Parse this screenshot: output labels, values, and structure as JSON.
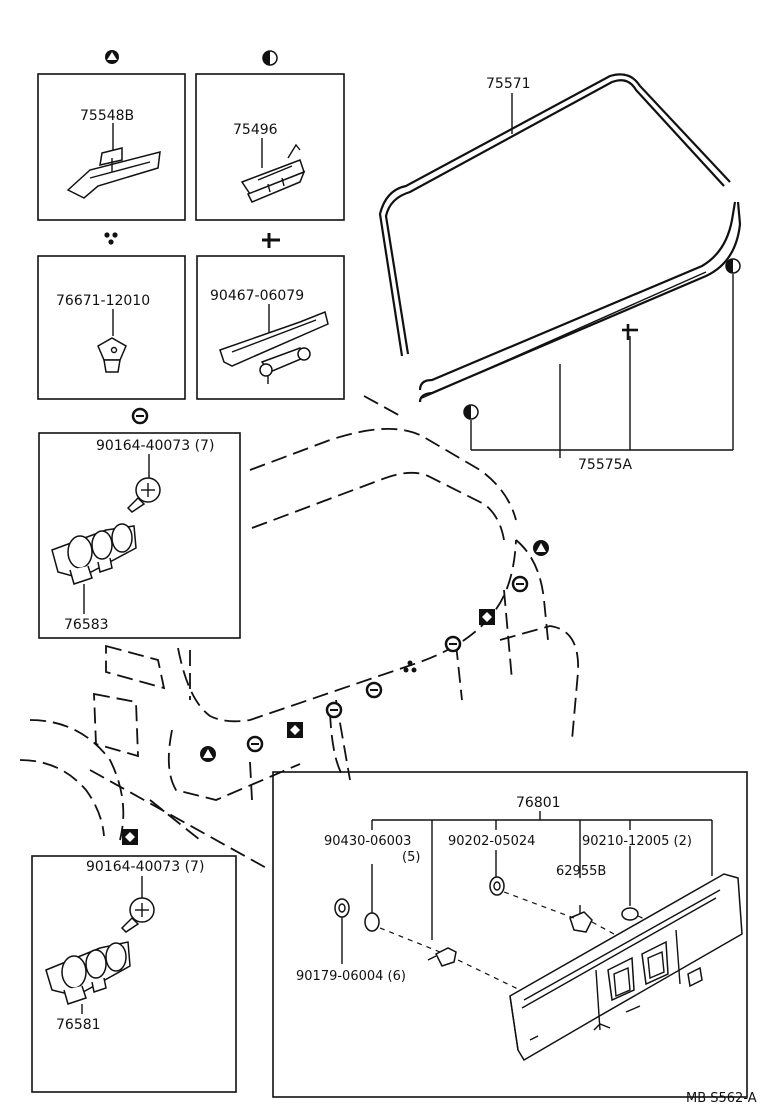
{
  "diagram_code": "MB S562-A",
  "parts": {
    "glass_weatherstrip": "75571",
    "molding": "75575A",
    "clip_a": "75548B",
    "clip_b": "75496",
    "clip_c": "76671-12010",
    "clip_d": "90467-06079",
    "screw_top": "90164-40073 (7)",
    "bracket_top": "76583",
    "screw_bottom": "90164-40073 (7)",
    "bracket_bottom": "76581",
    "garnish": "76801",
    "nut_1": "90430-06003",
    "nut_1_qty": "(5)",
    "nut_2": "90202-05024",
    "grommet": "90210-12005 (2)",
    "clip_e": "62955B",
    "clip_f": "90179-06004 (6)"
  }
}
